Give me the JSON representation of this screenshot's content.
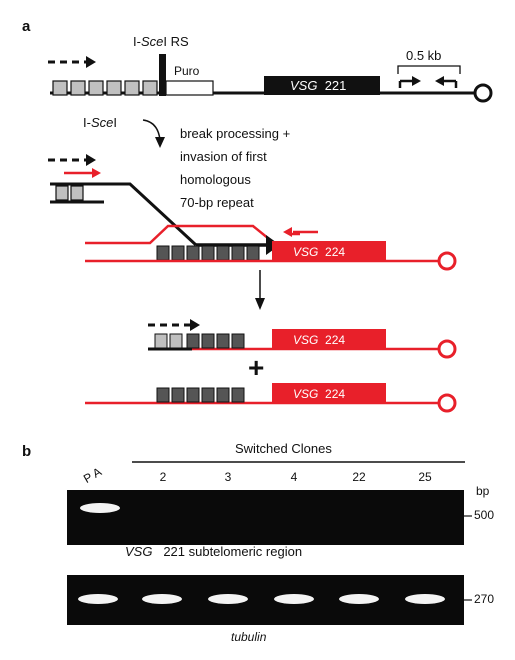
{
  "panel_a": {
    "label": "a",
    "isce_rs": {
      "prefix": "I-",
      "italic": "Sce",
      "suffix": "I RS"
    },
    "puro": "Puro",
    "scale": "0.5 kb",
    "vsg221": {
      "italic": "VSG",
      "number": "221"
    },
    "isce_enzyme": {
      "prefix": "I-",
      "italic": "Sce",
      "suffix": "I"
    },
    "process_text": [
      "break processing +",
      "invasion of first",
      "homologous",
      "70-bp repeat"
    ],
    "vsg224": {
      "italic": "VSG",
      "number": "224"
    },
    "plus": "+"
  },
  "panel_b": {
    "label": "b",
    "header": "Switched Clones",
    "pa_label": "P A",
    "lanes": [
      "2",
      "3",
      "4",
      "22",
      "25"
    ],
    "bp_label": "bp",
    "size_top": "500",
    "size_bottom": "270",
    "gel1_caption": {
      "italic": "VSG",
      "rest": "221 subtelomeric region"
    },
    "gel2_caption": "tubulin"
  },
  "colors": {
    "red": "#e8202a",
    "dark_box": "#555555",
    "light_box": "#bdbdbd",
    "black_box": "#111111"
  }
}
